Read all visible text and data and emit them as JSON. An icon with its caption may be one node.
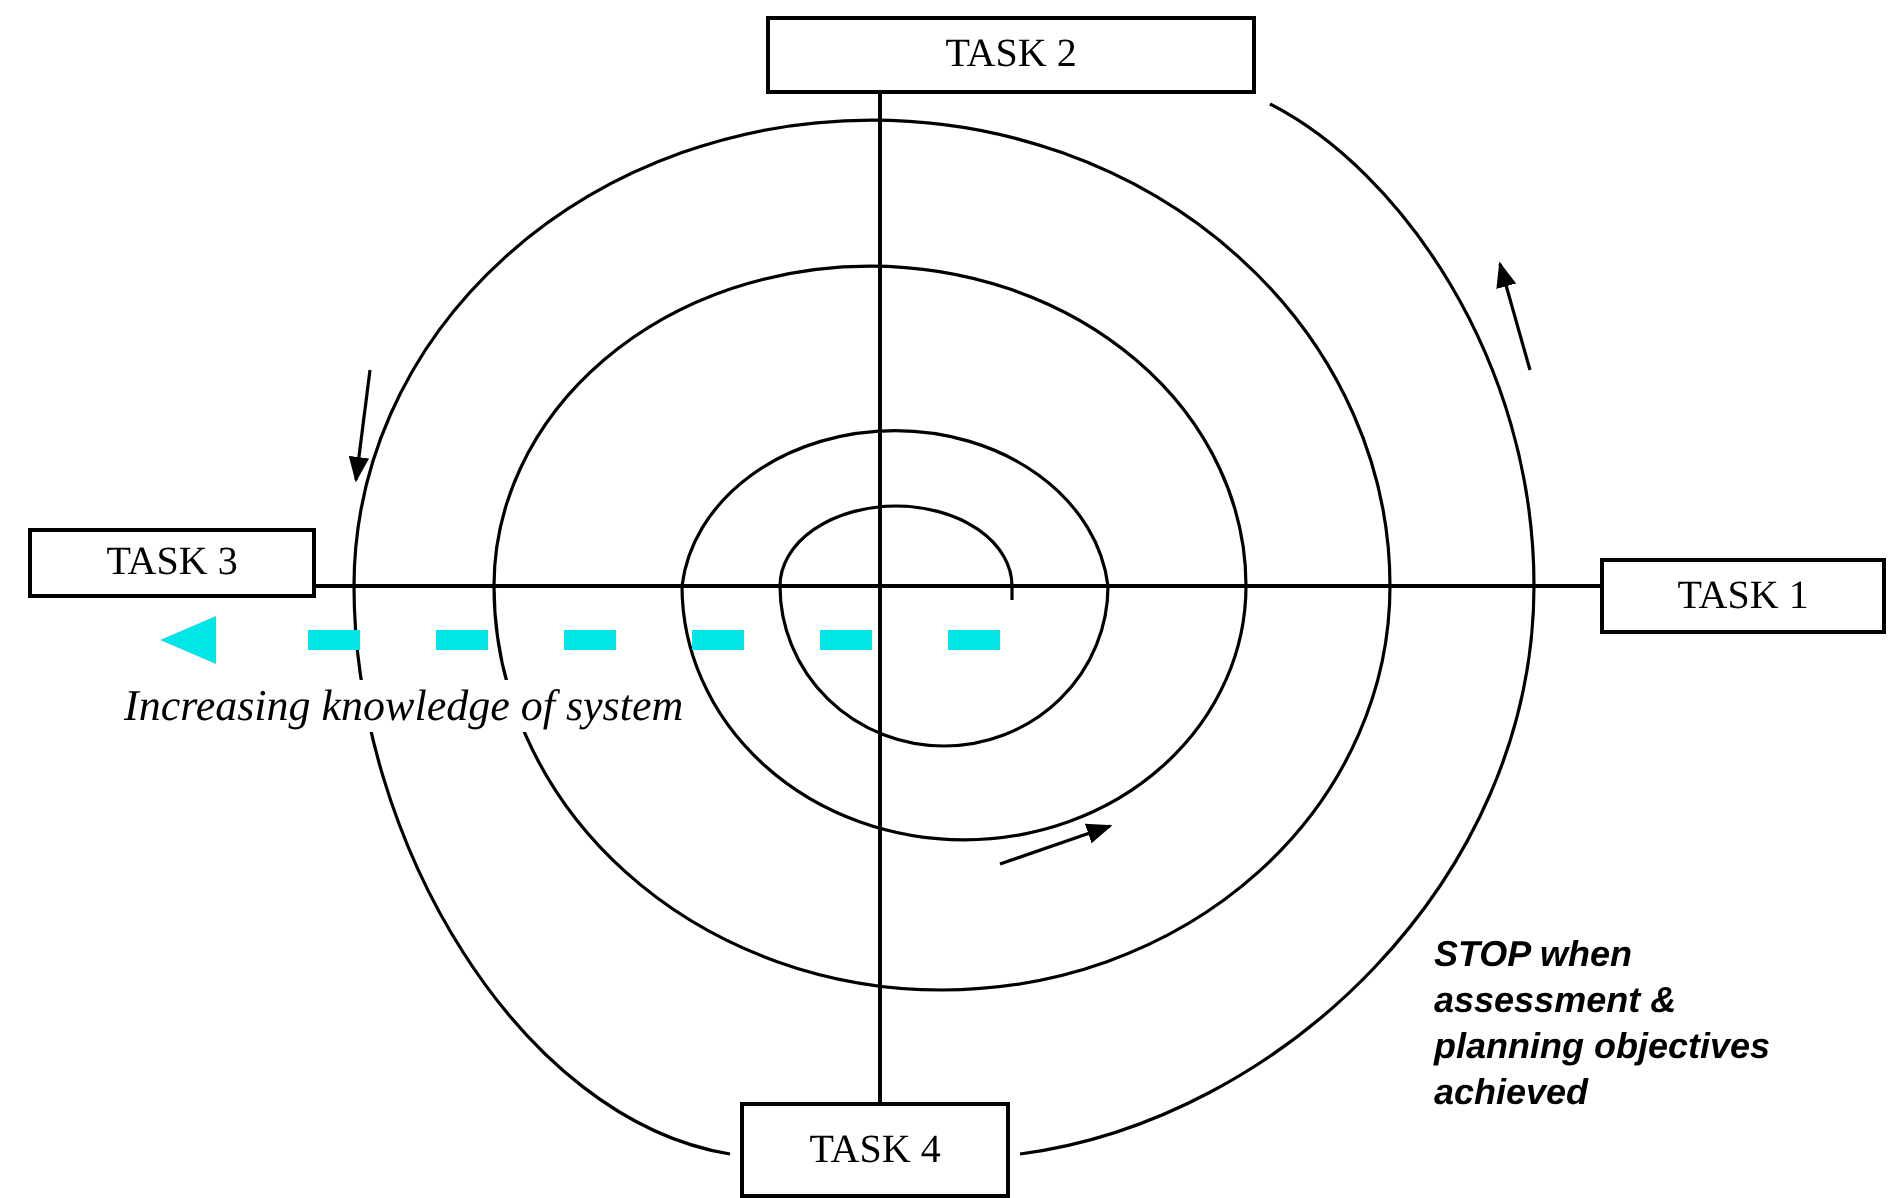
{
  "diagram": {
    "nodes": [
      {
        "text": [
          "TASK 2"
        ]
      },
      {
        "text": [
          "TASK 3"
        ]
      },
      {
        "text": [
          "TASK 1"
        ]
      },
      {
        "text": [
          "TASK 4"
        ]
      }
    ],
    "edges": [
      {
        "from": 0,
        "to": 3,
        "arrow": "none"
      },
      {
        "from": 1,
        "to": 2,
        "arrow": "none"
      }
    ],
    "labels": [
      "Increasing knowledge of system",
      "STOP when assessment & planning objectives achieved"
    ]
  }
}
